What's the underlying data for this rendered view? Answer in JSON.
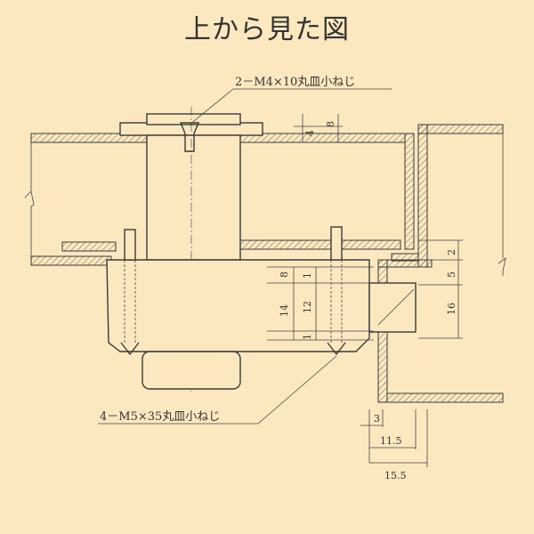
{
  "title": "上から見た図",
  "callouts": {
    "top_screw": "2－M4×10丸皿小ねじ",
    "bottom_screw": "4－M5×35丸皿小ねじ"
  },
  "dimensions": {
    "d4": "4",
    "d8_top": "8",
    "d2": "2",
    "d5": "5",
    "d16": "16",
    "d8_mid": "8",
    "d1_a": "1",
    "d14": "14",
    "d12": "12",
    "d1_b": "1",
    "d3": "3",
    "d11_5": "11.5",
    "d15_5": "15.5"
  }
}
